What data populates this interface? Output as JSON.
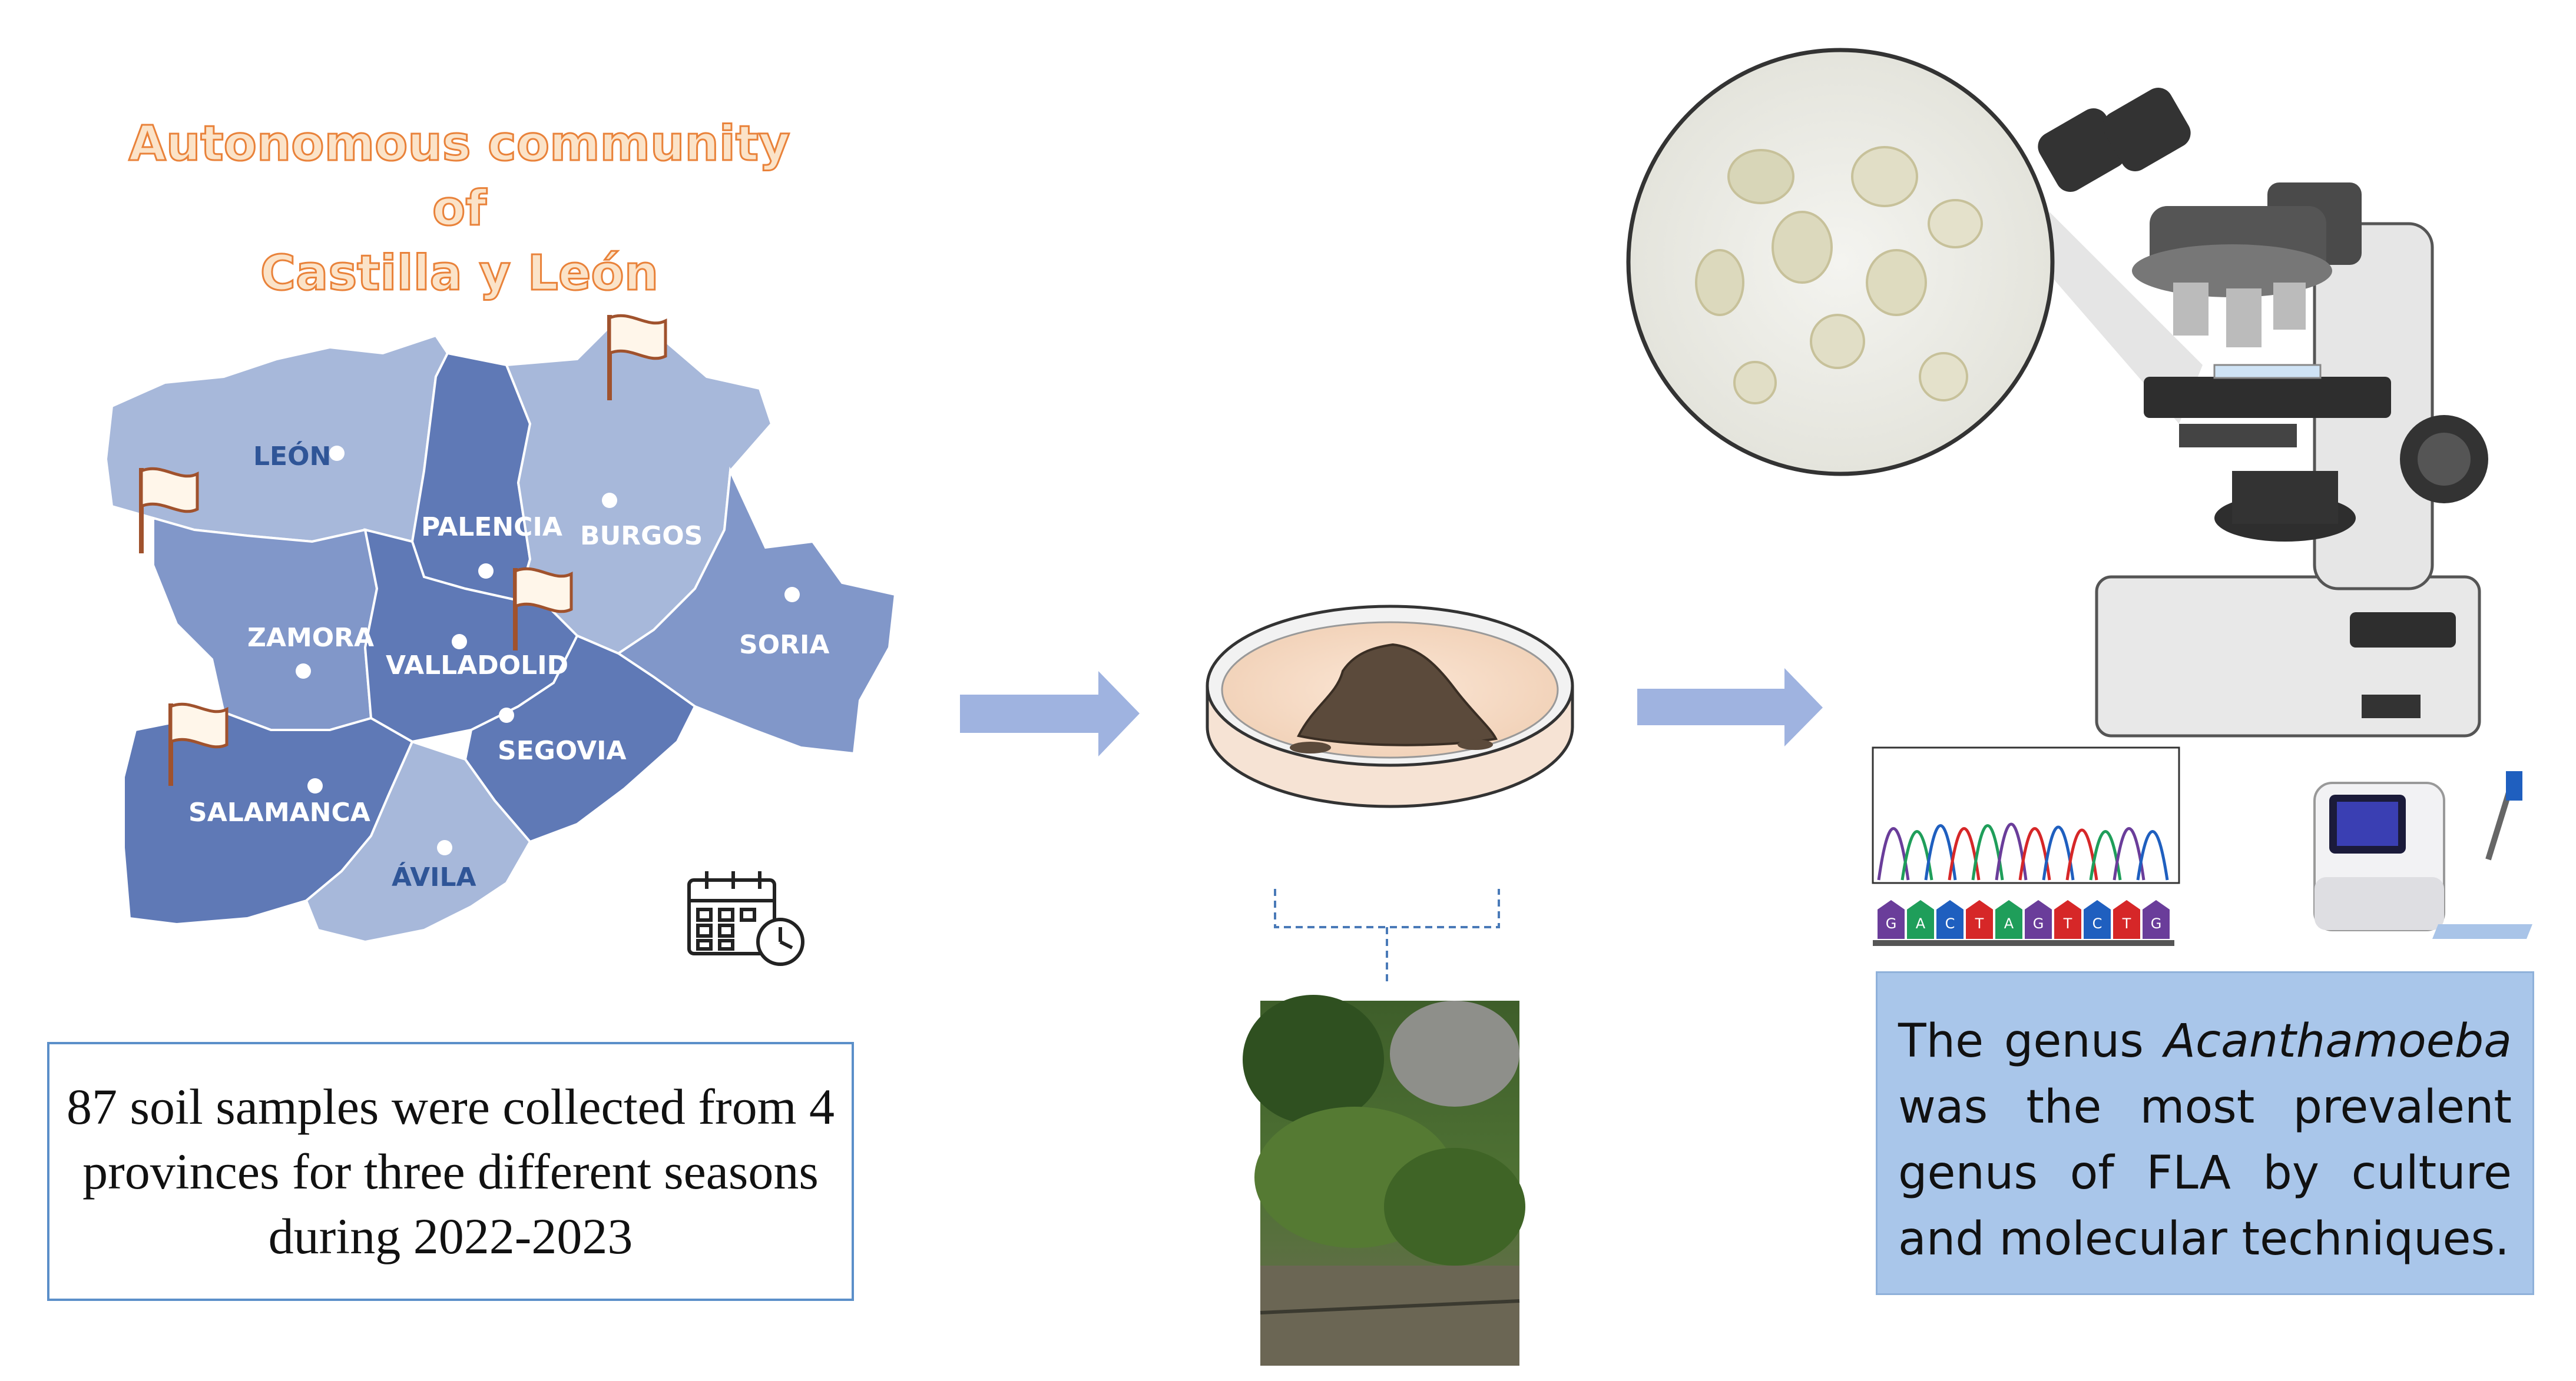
{
  "title": {
    "line1": "Autonomous community of",
    "line2": "Castilla y León"
  },
  "provinces": {
    "leon": "LEÓN",
    "palencia": "PALENCIA",
    "burgos": "BURGOS",
    "zamora": "ZAMORA",
    "valladolid": "VALLADOLID",
    "soria": "SORIA",
    "segovia": "SEGOVIA",
    "salamanca": "SALAMANCA",
    "avila": "ÁVILA"
  },
  "left_box": {
    "text": "87 soil samples were collected from 4 provinces for three different seasons during 2022-2023"
  },
  "right_box": {
    "part1": "The genus",
    "italic": "Acanthamoeba",
    "part2": "was the most prevalent genus of FLA by culture and molecular techniques."
  },
  "dna_bases": [
    "G",
    "A",
    "C",
    "T",
    "A",
    "G",
    "T",
    "C",
    "T",
    "G"
  ],
  "colors": {
    "province_light": "#a7b8da",
    "province_mid": "#8197c9",
    "province_dark": "#5f79b6",
    "arrow": "#9fb3e0",
    "title_stroke": "#e9823a"
  }
}
